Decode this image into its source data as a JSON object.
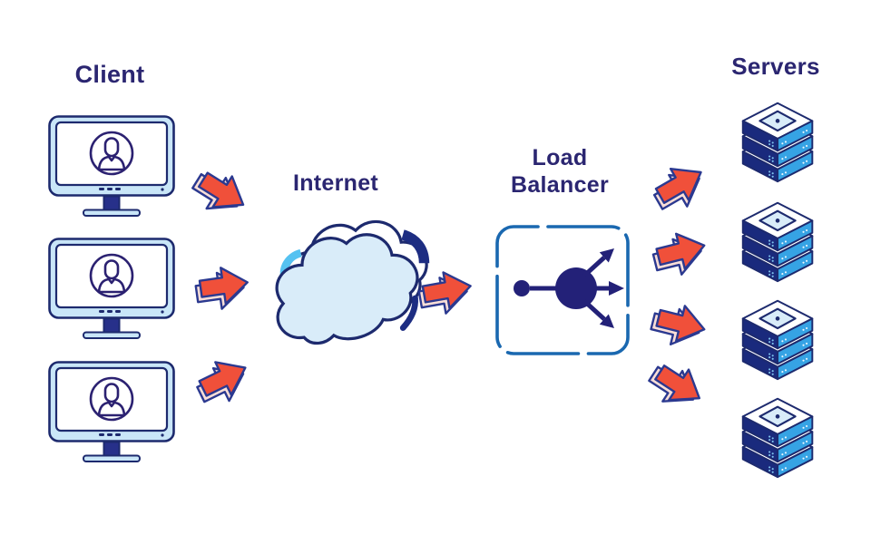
{
  "diagram": {
    "type": "load-balancing-architecture",
    "labels": {
      "client": "Client",
      "internet": "Internet",
      "load_balancer_lines": [
        "Load",
        "Balancer"
      ],
      "load_balancer": "Load Balancer",
      "servers": "Servers"
    },
    "nodes": {
      "client": {
        "label": "Client",
        "monitor_count": 3,
        "icon": "monitor-with-user-avatar"
      },
      "internet": {
        "label": "Internet",
        "icon": "isometric-cloud"
      },
      "load_balancer": {
        "label": "Load Balancer",
        "icon": "distribution-node-in-dashed-box"
      },
      "servers": {
        "label": "Servers",
        "stack_count": 4,
        "icon": "isometric-server-stack"
      }
    },
    "flows": {
      "client_to_internet_arrows": 3,
      "internet_to_load_balancer_arrows": 1,
      "load_balancer_to_servers_arrows": 4,
      "arrow_style": "red-3d-block-arrow"
    },
    "palette": {
      "text_navy": "#2b2671",
      "outline_navy": "#1d2a6e",
      "monitor_bezel": "#c9e6f8",
      "screen_white": "#ffffff",
      "avatar_indigo": "#2b2171",
      "stand_navy": "#27308a",
      "cloud_fill": "#d9ecf9",
      "cloud_accent_cyan": "#55c2f1",
      "cloud_accent_navy": "#1d2d82",
      "arrow_red": "#f0503a",
      "arrow_outline": "#2b3990",
      "arrow_underside": "#f9ded7",
      "server_left_face": "#1a2a7d",
      "server_right_face": "#36a3e4",
      "server_top_face": "#ffffff",
      "lb_border_blue": "#1a68b0",
      "lb_icon_indigo": "#232178",
      "background": "#ffffff"
    }
  }
}
